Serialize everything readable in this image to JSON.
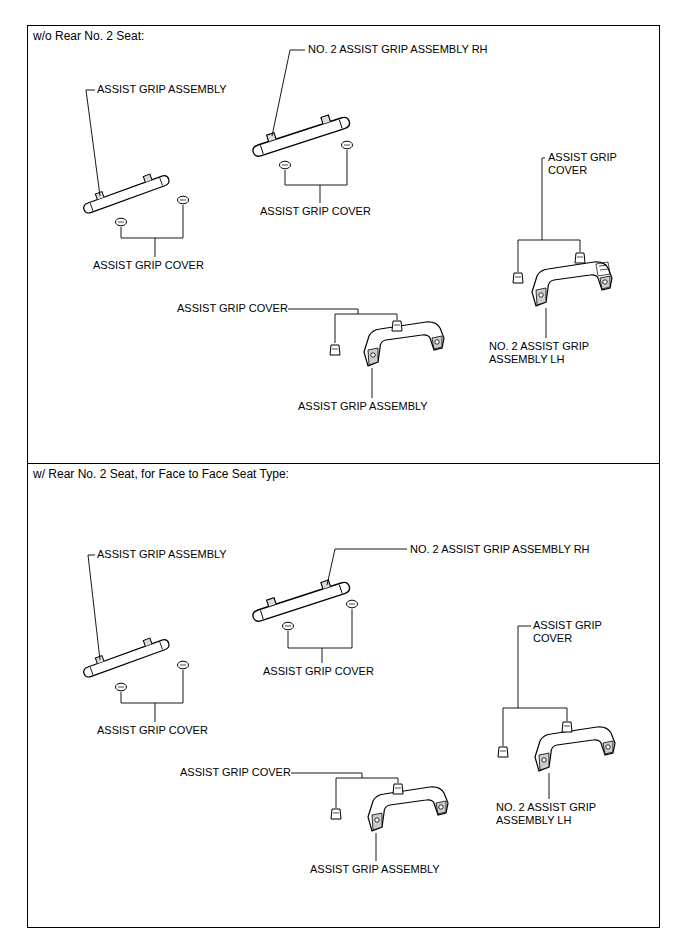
{
  "diagram": {
    "nodes": [
      {
        "text": [
          "w/o Rear No. 2 Seat:"
        ]
      },
      {
        "text": [
          "w/ Rear No. 2 Seat, for Face to Face Seat Type:"
        ]
      }
    ],
    "edges": [],
    "labels": [
      "NO. 2 ASSIST GRIP ASSEMBLY RH",
      "ASSIST GRIP ASSEMBLY",
      "ASSIST GRIP COVER",
      "ASSIST GRIP COVER",
      "ASSIST GRIP COVER",
      "ASSIST GRIP COVER",
      "NO. 2 ASSIST GRIP ASSEMBLY LH",
      "ASSIST GRIP ASSEMBLY",
      "ASSIST GRIP ASSEMBLY",
      "NO. 2 ASSIST GRIP ASSEMBLY RH",
      "ASSIST GRIP COVER",
      "ASSIST GRIP COVER",
      "ASSIST GRIP COVER",
      "ASSIST GRIP COVER",
      "NO. 2 ASSIST GRIP ASSEMBLY LH",
      "ASSIST GRIP ASSEMBLY"
    ]
  }
}
